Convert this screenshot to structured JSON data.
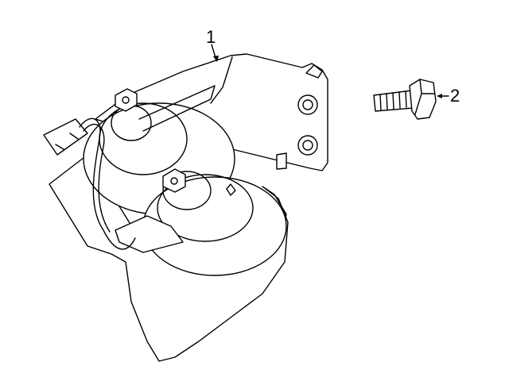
{
  "diagram": {
    "type": "parts-exploded-view",
    "subject": "horn assembly",
    "callouts": [
      {
        "id": "1",
        "label": "1",
        "part": "horn"
      },
      {
        "id": "2",
        "label": "2",
        "part": "bolt"
      }
    ]
  }
}
